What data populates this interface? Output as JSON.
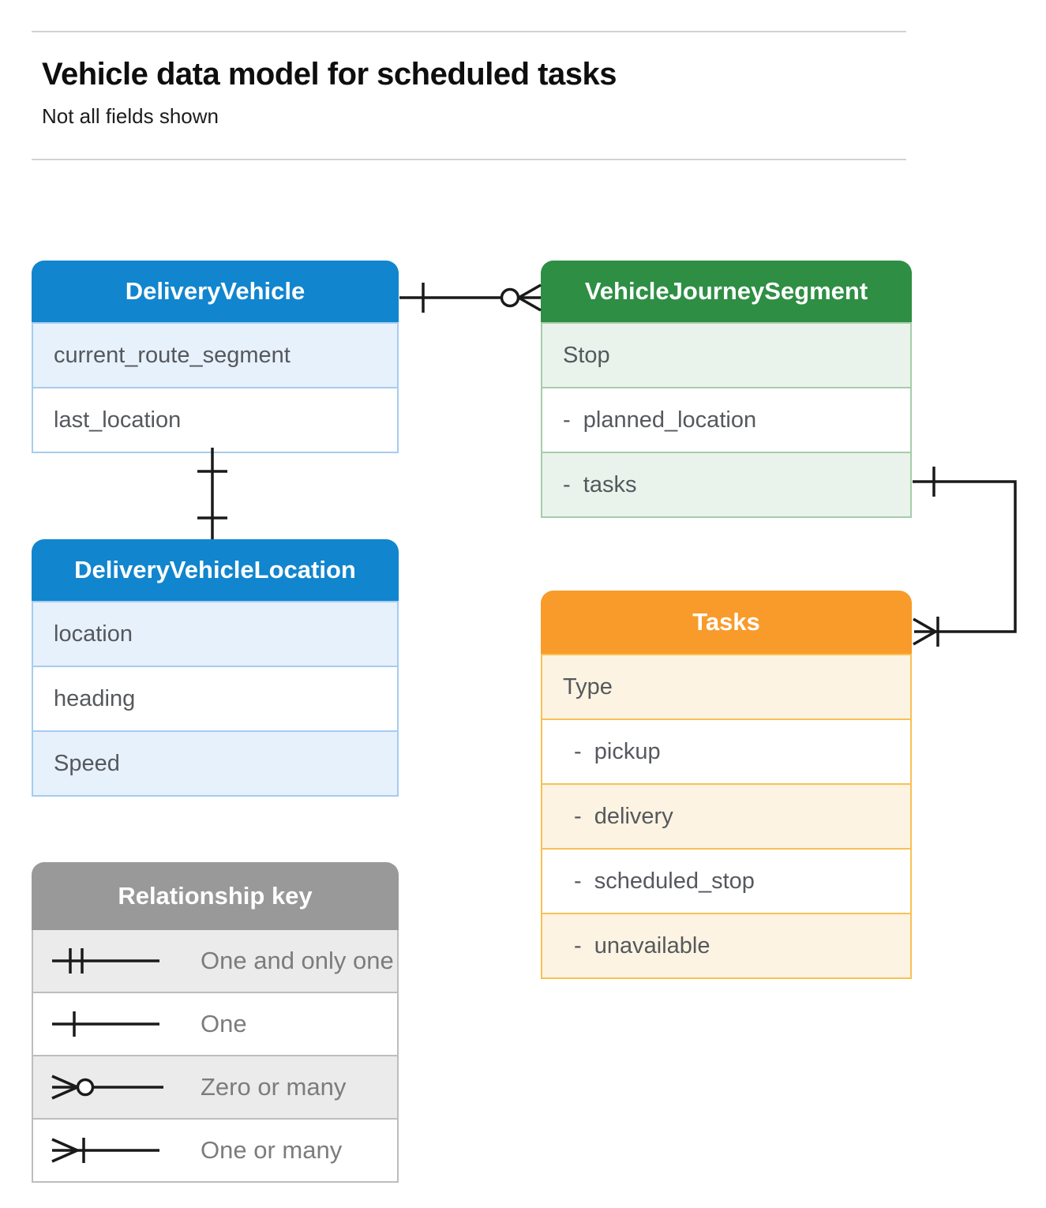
{
  "page": {
    "title": "Vehicle data model for scheduled tasks",
    "subtitle": "Not all fields shown"
  },
  "entities": [
    {
      "title": "DeliveryVehicle",
      "theme": "blue",
      "rows": [
        {
          "label": "current_route_segment"
        },
        {
          "label": "last_location"
        }
      ]
    },
    {
      "title": "VehicleJourneySegment",
      "theme": "green",
      "rows": [
        {
          "label": "Stop"
        },
        {
          "label": "-  planned_location"
        },
        {
          "label": "-  tasks"
        }
      ]
    },
    {
      "title": "DeliveryVehicleLocation",
      "theme": "blue",
      "rows": [
        {
          "label": "location"
        },
        {
          "label": "heading"
        },
        {
          "label": "Speed"
        }
      ]
    },
    {
      "title": "Tasks",
      "theme": "orange",
      "rows": [
        {
          "label": "Type"
        },
        {
          "label": "-  pickup"
        },
        {
          "label": "-  delivery"
        },
        {
          "label": "-  scheduled_stop"
        },
        {
          "label": "-  unavailable"
        }
      ]
    }
  ],
  "relationships": [
    {
      "from": "DeliveryVehicle",
      "to": "VehicleJourneySegment",
      "from_cardinality": "one",
      "to_cardinality": "zero-or-many"
    },
    {
      "from": "DeliveryVehicle",
      "to": "DeliveryVehicleLocation",
      "from_cardinality": "one",
      "to_cardinality": "one"
    },
    {
      "from": "VehicleJourneySegment.tasks",
      "to": "Tasks",
      "from_cardinality": "one",
      "to_cardinality": "one-or-many"
    }
  ],
  "legend": {
    "title": "Relationship key",
    "items": [
      {
        "symbol": "one-and-only-one",
        "label": "One and only one"
      },
      {
        "symbol": "one",
        "label": "One"
      },
      {
        "symbol": "zero-or-many",
        "label": "Zero or many"
      },
      {
        "symbol": "one-or-many",
        "label": "One or many"
      }
    ]
  },
  "colors": {
    "blue_header": "#1186CE",
    "blue_row": "#E7F1FC",
    "blue_border": "#A6CDEF",
    "green_header": "#2D8E44",
    "green_row": "#E9F3EB",
    "green_border": "#A5CDA9",
    "orange_header": "#F89B2B",
    "orange_row": "#FDF3E2",
    "orange_border": "#F7C155",
    "gray_header": "#999999",
    "gray_row": "#EBEBEB",
    "gray_border": "#BDBDBD",
    "connector": "#1A1A1A",
    "field_text": "#55585C",
    "legend_text": "#7C7C7C"
  }
}
